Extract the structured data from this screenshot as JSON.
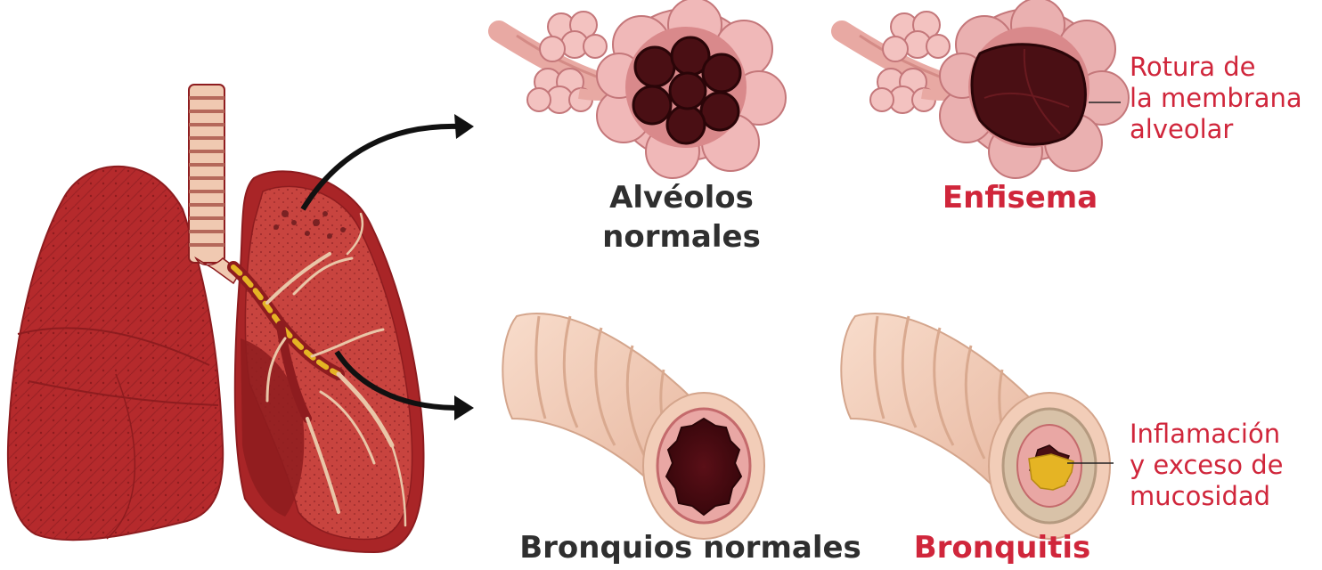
{
  "labels": {
    "normal_alveoli_line1": "Alvéolos",
    "normal_alveoli_line2": "normales",
    "emphysema": "Enfisema",
    "normal_bronchi": "Bronquios normales",
    "bronchitis": "Bronquitis"
  },
  "annotations": {
    "emphysema_line1": "Rotura de",
    "emphysema_line2": "la membrana",
    "emphysema_line3": "alveolar",
    "bronchitis_line1": "Inflamación",
    "bronchitis_line2": "y exceso de",
    "bronchitis_line3": "mucosidad"
  },
  "colors": {
    "lung": "#b52a2c",
    "lung_dark": "#8e1c1f",
    "alveoli": "#eeb7b7",
    "alveoli_dark": "#4a0f14",
    "bronchus": "#f2c9b2",
    "mucus": "#e5b424",
    "accent_red": "#d0263b"
  }
}
